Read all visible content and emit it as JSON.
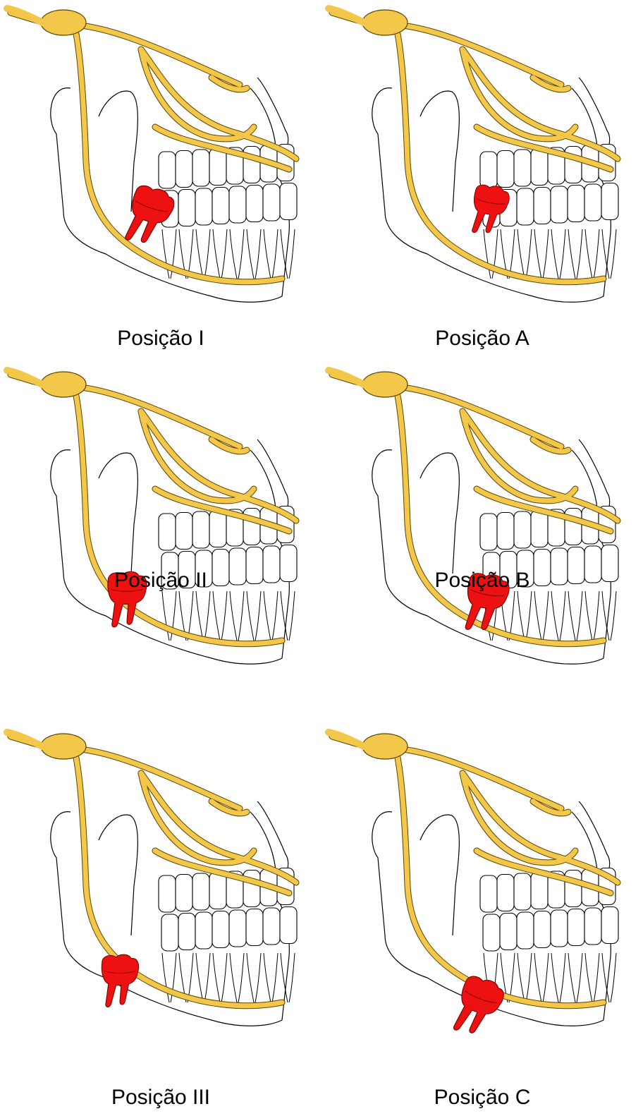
{
  "colors": {
    "nerve": "#f3c84a",
    "nerve_stroke": "#5a4300",
    "tooth": "#ffffff",
    "molar": "#ee1111",
    "outline": "#000000"
  },
  "panels": [
    {
      "caption": "Posição I",
      "molar_icon": "third-molar-icon"
    },
    {
      "caption": "Posição A",
      "molar_icon": "third-molar-icon"
    },
    {
      "caption": "Posição II",
      "molar_icon": "third-molar-icon"
    },
    {
      "caption": "Posição B",
      "molar_icon": "third-molar-icon"
    },
    {
      "caption": "Posição III",
      "molar_icon": "third-molar-icon"
    },
    {
      "caption": "Posição C",
      "molar_icon": "third-molar-icon"
    }
  ]
}
